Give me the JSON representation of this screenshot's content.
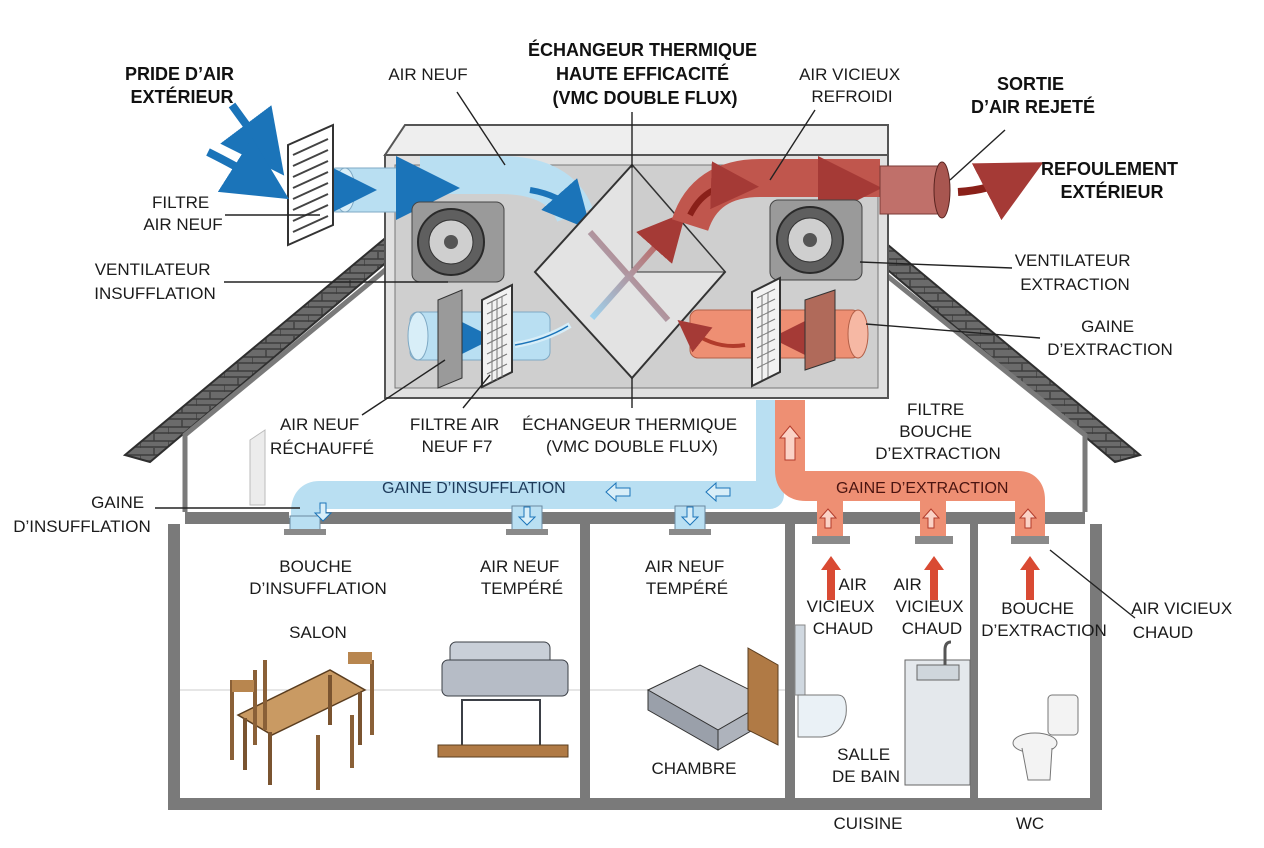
{
  "colors": {
    "fresh_air": "#b9dff2",
    "fresh_arrow": "#1b74b9",
    "warm_duct": "#ee8f73",
    "exhaust_dark": "#a53a36",
    "hot_arrow": "#d94a33",
    "wall_gray": "#7a7a7a"
  },
  "labels": {
    "outside_intake": [
      "PRIDE D’AIR",
      "EXTÉRIEUR"
    ],
    "heat_exchanger_title": [
      "ÉCHANGEUR THERMIQUE",
      "HAUTE EFFICACITÉ",
      "(VMC DOUBLE FLUX)"
    ],
    "air_neuf": "AIR NEUF",
    "air_vicieux_refroidi": [
      "AIR VICIEUX",
      "REFROIDI"
    ],
    "sortie_air_rejete": [
      "SORTIE",
      "D’AIR REJETÉ"
    ],
    "refoulement_exterieur": [
      "REFOULEMENT",
      "EXTÉRIEUR"
    ],
    "filtre_air_neuf": [
      "FILTRE",
      "AIR NEUF"
    ],
    "ventilateur_insufflation": [
      "VENTILATEUR",
      "INSUFFLATION"
    ],
    "ventilateur_extraction": [
      "VENTILATEUR",
      "EXTRACTION"
    ],
    "gaine_extraction_side": [
      "GAINE",
      "D’EXTRACTION"
    ],
    "air_neuf_rechauffe": [
      "AIR NEUF",
      "RÉCHAUFFÉ"
    ],
    "filtre_air_neuf_f7": [
      "FILTRE AIR",
      "NEUF F7"
    ],
    "echangeur_bottom": [
      "ÉCHANGEUR THERMIQUE",
      "(VMC DOUBLE FLUX)"
    ],
    "filtre_bouche_extraction": [
      "FILTRE",
      "BOUCHE",
      "D’EXTRACTION"
    ],
    "gaine_insufflation_left": [
      "GAINE",
      "D’INSUFFLATION"
    ],
    "gaine_insufflation_duct": "GAINE D’INSUFFLATION",
    "gaine_extraction_duct": "GAINE D’EXTRACTION",
    "bouche_insufflation": [
      "BOUCHE",
      "D’INSUFFLATION"
    ],
    "air_neuf_tempere_1": [
      "AIR NEUF",
      "TEMPÉRÉ"
    ],
    "air_neuf_tempere_2": [
      "AIR NEUF",
      "TEMPÉRÉ"
    ],
    "air_vicieux_chaud_1": [
      "AIR",
      "VICIEUX",
      "CHAUD"
    ],
    "air_vicieux_chaud_2": [
      "AIR",
      "VICIEUX",
      "CHAUD"
    ],
    "bouche_extraction": [
      "BOUCHE",
      "D’EXTRACTION"
    ],
    "air_vicieux_chaud_3": [
      "AIR VICIEUX",
      "CHAUD"
    ]
  },
  "rooms": {
    "salon": "SALON",
    "chambre": "CHAMBRE",
    "salle_de_bain": [
      "SALLE",
      "DE BAIN"
    ],
    "cuisine": "CUISINE",
    "wc": "WC"
  }
}
